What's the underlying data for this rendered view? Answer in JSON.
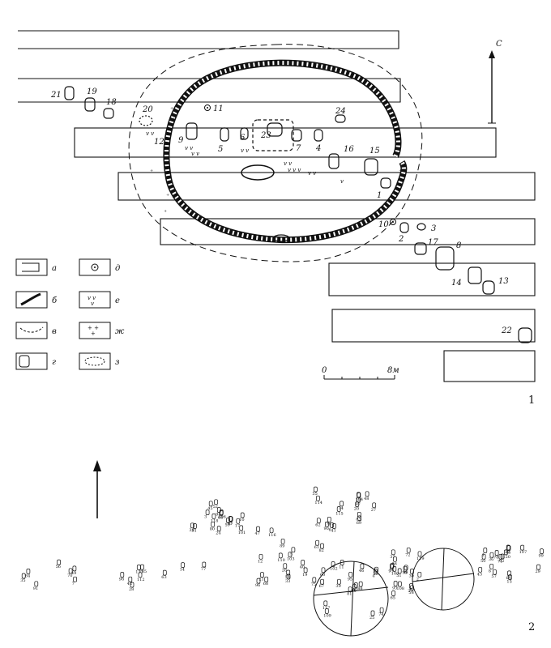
{
  "north_label": "С",
  "panel_labels": [
    "1",
    "2"
  ],
  "scale": {
    "start": "0",
    "end": "8м"
  },
  "legend": [
    {
      "letter": "а",
      "icon": "trench-rect-icon"
    },
    {
      "letter": "б",
      "icon": "rampart-icon"
    },
    {
      "letter": "в",
      "icon": "dashed-boundary-icon"
    },
    {
      "letter": "г",
      "icon": "burial-pit-icon"
    },
    {
      "letter": "д",
      "icon": "circle-dot-icon"
    },
    {
      "letter": "е",
      "icon": "check-marks-icon"
    },
    {
      "letter": "ж",
      "icon": "cross-marks-icon"
    },
    {
      "letter": "з",
      "icon": "oval-pit-icon"
    }
  ],
  "features": [
    "21",
    "19",
    "18",
    "20",
    "11",
    "12",
    "9",
    "5",
    "6",
    "23",
    "7",
    "4",
    "24",
    "16",
    "15",
    "1",
    "10",
    "2",
    "3",
    "17",
    "8",
    "14",
    "13",
    "22"
  ],
  "plan2_numbers": [
    "112",
    "114",
    "110",
    "109",
    "106",
    "108",
    "107",
    "105",
    "104",
    "103",
    "102",
    "101",
    "100",
    "99",
    "98",
    "97",
    "96",
    "95",
    "94",
    "93",
    "92",
    "91",
    "90",
    "89",
    "88",
    "87",
    "86",
    "85",
    "84",
    "83",
    "82",
    "81",
    "80",
    "79",
    "78",
    "77",
    "76",
    "75",
    "74",
    "73",
    "72",
    "71",
    "70",
    "69",
    "68",
    "67",
    "66",
    "65",
    "64",
    "63",
    "62",
    "61",
    "60",
    "59",
    "58",
    "57",
    "56",
    "55",
    "54",
    "53",
    "52",
    "51",
    "50",
    "49",
    "48",
    "47",
    "46",
    "45",
    "44",
    "43",
    "42",
    "41",
    "40",
    "39",
    "38",
    "37",
    "36",
    "35",
    "34",
    "33",
    "32",
    "31",
    "30",
    "29",
    "28",
    "27",
    "26",
    "25",
    "24",
    "23",
    "22",
    "21",
    "20",
    "19",
    "18",
    "17",
    "16",
    "15",
    "14",
    "13",
    "12",
    "11",
    "10",
    "9",
    "8",
    "7",
    "6",
    "5",
    "4",
    "3",
    "2",
    "1",
    "113",
    "115",
    "116",
    "117",
    "118",
    "119",
    "120"
  ]
}
